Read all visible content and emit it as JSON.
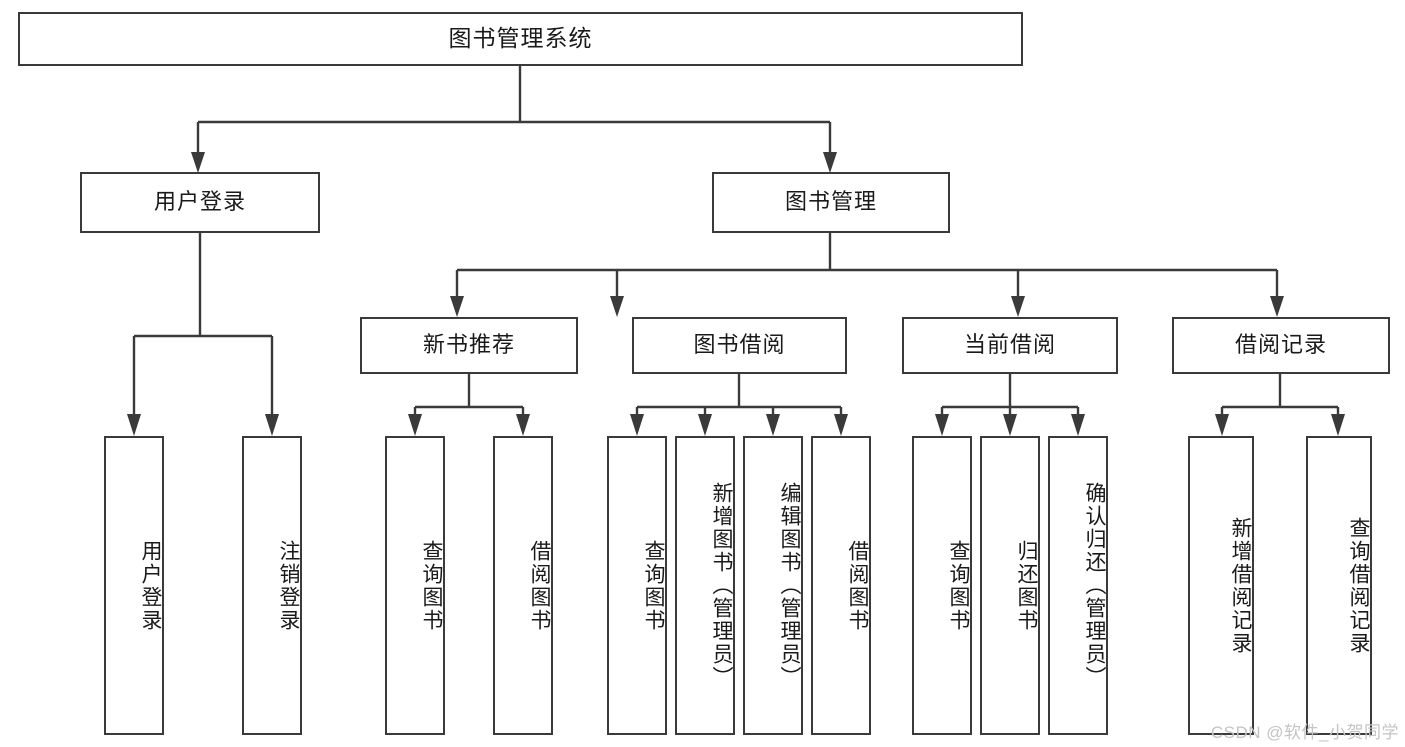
{
  "diagram": {
    "title": "图书管理系统",
    "type": "tree",
    "watermark": "CSDN @软件_小贺同学",
    "colors": {
      "box_border": "#3a3a3a",
      "box_fill": "#ffffff",
      "text": "#1a1a1a",
      "link": "#3a3a3a",
      "watermark": "#c4c4c4",
      "background": "#ffffff"
    },
    "root": {
      "label": "图书管理系统"
    },
    "level1": [
      {
        "label": "用户登录"
      },
      {
        "label": "图书管理"
      }
    ],
    "level2": [
      {
        "label": "新书推荐"
      },
      {
        "label": "图书借阅"
      },
      {
        "label": "当前借阅"
      },
      {
        "label": "借阅记录"
      }
    ],
    "leaves": {
      "user_login": [
        {
          "label": "用户登录"
        },
        {
          "label": "注销登录"
        }
      ],
      "new_book_recommend": [
        {
          "label": "查询图书"
        },
        {
          "label": "借阅图书"
        }
      ],
      "book_borrow": [
        {
          "label": "查询图书"
        },
        {
          "label": "新增图书（管理员）"
        },
        {
          "label": "编辑图书（管理员）"
        },
        {
          "label": "借阅图书"
        }
      ],
      "current_borrow": [
        {
          "label": "查询图书"
        },
        {
          "label": "归还图书"
        },
        {
          "label": "确认归还（管理员）"
        }
      ],
      "borrow_record": [
        {
          "label": "新增借阅记录"
        },
        {
          "label": "查询借阅记录"
        }
      ]
    }
  }
}
